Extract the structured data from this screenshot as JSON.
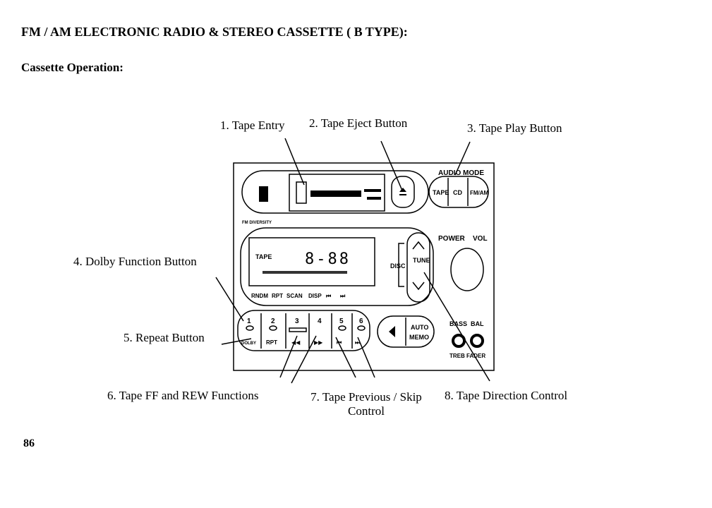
{
  "heading": "FM / AM ELECTRONIC RADIO & STEREO CASSETTE ( B TYPE):",
  "subheading": "Cassette Operation:",
  "page_number": "86",
  "callouts": {
    "tape_entry": "1. Tape Entry",
    "tape_eject": "2. Tape Eject Button",
    "tape_play": "3. Tape Play Button",
    "dolby": "4. Dolby Function Button",
    "repeat": "5. Repeat Button",
    "ff_rew": "6. Tape FF and REW Functions",
    "prev_skip_line1": "7. Tape Previous / Skip",
    "prev_skip_line2": "Control",
    "direction": "8. Tape Direction Control"
  },
  "radio": {
    "audio_mode": "AUDIO MODE",
    "tape": "TAPE",
    "cd": "CD",
    "fm_am": "FM/AM",
    "fm_diversity": "FM DIVERSITY",
    "display_tape": "TAPE",
    "display_digits": "8-88",
    "disc": "DISC",
    "tune": "TUNE",
    "power": "POWER",
    "vol": "VOL",
    "bass": "BASS",
    "bal": "BAL",
    "treb": "TREB",
    "fader": "FADER",
    "auto_memo_1": "AUTO",
    "auto_memo_2": "MEMO",
    "bottom_labels": [
      "RNDM",
      "RPT",
      "SCAN",
      "DISP",
      "⏮",
      "⏭"
    ],
    "preset_numbers": [
      "1",
      "2",
      "3",
      "4",
      "5",
      "6"
    ],
    "preset_sub": [
      "DOLBY",
      "RPT",
      "◀◀",
      "▶▶",
      "⏮",
      "⏭"
    ]
  }
}
